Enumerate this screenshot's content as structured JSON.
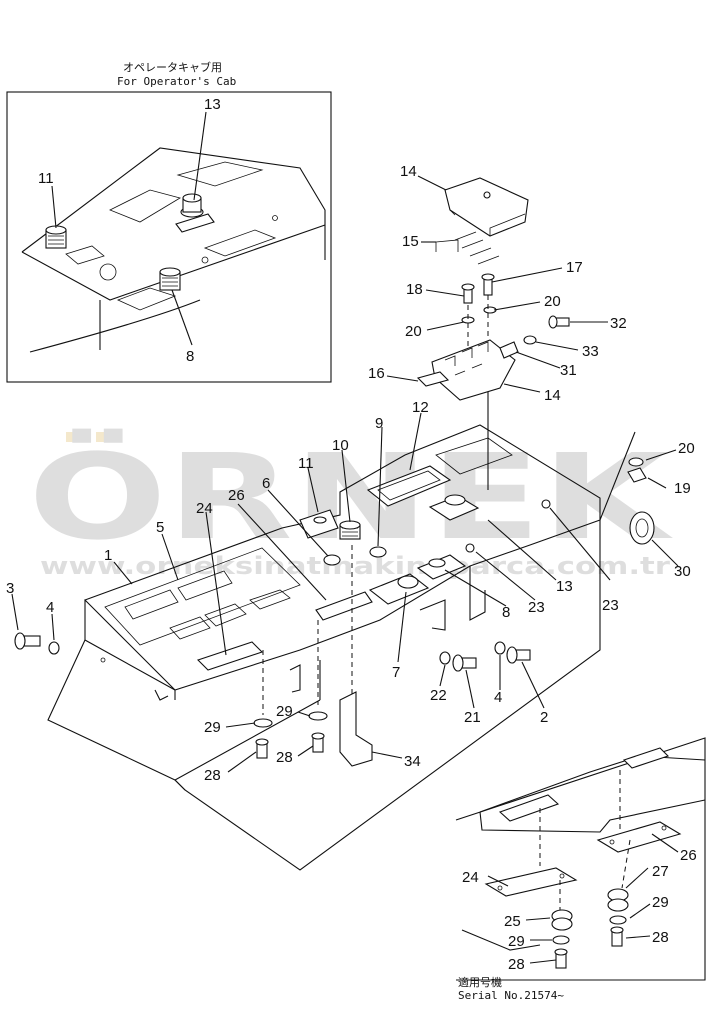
{
  "inset_top": {
    "caption_jp": "オペレータキャブ用",
    "caption_en": "For Operator's Cab",
    "labels": [
      "13",
      "11",
      "8"
    ]
  },
  "inset_bottom": {
    "serial_jp": "適用号機",
    "serial": "Serial No.21574~",
    "labels": [
      "26",
      "24",
      "27",
      "25",
      "29",
      "29",
      "28",
      "28"
    ]
  },
  "main_labels": [
    "14",
    "15",
    "17",
    "18",
    "20",
    "32",
    "20",
    "33",
    "31",
    "16",
    "14",
    "12",
    "9",
    "10",
    "11",
    "6",
    "26",
    "24",
    "5",
    "1",
    "3",
    "4",
    "20",
    "19",
    "30",
    "13",
    "23",
    "23",
    "8",
    "7",
    "22",
    "4",
    "2",
    "21",
    "29",
    "29",
    "28",
    "28",
    "34"
  ],
  "watermark": {
    "brand": "ÖRNEK",
    "url": "www.orneksinatmakinaparca.com.tr"
  }
}
